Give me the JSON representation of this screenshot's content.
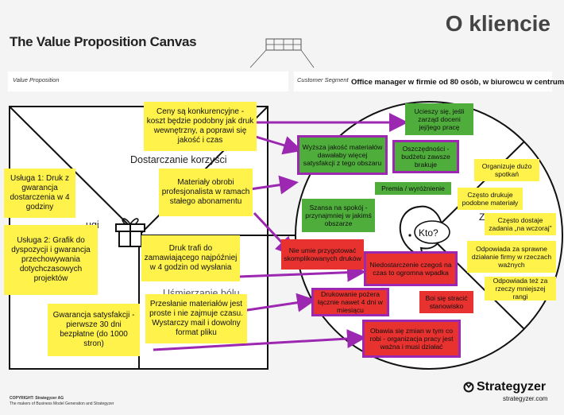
{
  "header": {
    "title": "The Value Proposition Canvas",
    "heading": "O kliencie"
  },
  "canvas": {
    "value_proposition_label": "Value Proposition",
    "customer_segment_label": "Customer Segment",
    "customer_segment_text": "Office manager w firmie od 80 osób, w biurowcu w centrum",
    "gain_creators_label": "Dostarczanie korzyści",
    "products_label_partial": "ugi",
    "pain_relievers_label_partial": "Uśmierzanie bólu",
    "customer_question": "Kto?",
    "customer_partial_z": "Z"
  },
  "yellow_notes": [
    "Ceny są konkurencyjne - koszt będzie podobny jak druk wewnętrzny, a poprawi się jakość i czas",
    "Materiały obrobi profesjonalista w ramach stałego abonamentu",
    "Usługa 1: Druk z gwarancja dostarczenia w 4 godziny",
    "Usługa 2: Grafik do dyspozycji i gwarancja przechowywania dotychczasowych projektów",
    "Druk trafi do zamawiającego najpóźniej w 4 godzin od wysłania",
    "Przesłanie materiałów jest proste i nie zajmuje czasu. Wystarczy mail i dowolny format pliku",
    "Gwarancja satysfakcji - pierwsze 30 dni bezpłatne (do 1000 stron)",
    "Organizuje dużo spotkań",
    "Często drukuje podobne materiały",
    "Często dostaje zadania „na wczoraj\"",
    "Odpowiada za sprawne działanie firmy w rzeczach ważnych",
    "Odpowiada też za rzeczy mniejszej rangi"
  ],
  "green_notes": [
    "Ucieszy się, jeśli zarząd doceni jej/jego pracę",
    "Wyższa jakość materiałów dawałaby więcej satysfakcji z tego obszaru",
    "Oszczędności - budżetu zawsze brakuje",
    "Premia / wyróżnienie",
    "Szansa na spokój - przynajmniej w jakimś obszarze"
  ],
  "red_notes": [
    "Nie umie przygotować skomplikowanych druków",
    "Niedostarczenie czegoś na czas to ogromna wpadka",
    "Drukowanie pożera łącznie nawet 4 dni w miesiącu",
    "Boi się stracić stanowisko",
    "Obawia się zmian w tym co robi - organizacja pracy jest ważna i musi działać"
  ],
  "footer": {
    "copyright": "COPYRIGHT: Strategyzer AG",
    "tagline": "The makers of Business Model Generation and Strategyzer",
    "brand": "Strategyzer",
    "brand_url": "strategyzer.com"
  },
  "colors": {
    "yellow": "#fff24a",
    "green": "#4fae3b",
    "red": "#e8322f",
    "purple": "#9c27b0"
  }
}
